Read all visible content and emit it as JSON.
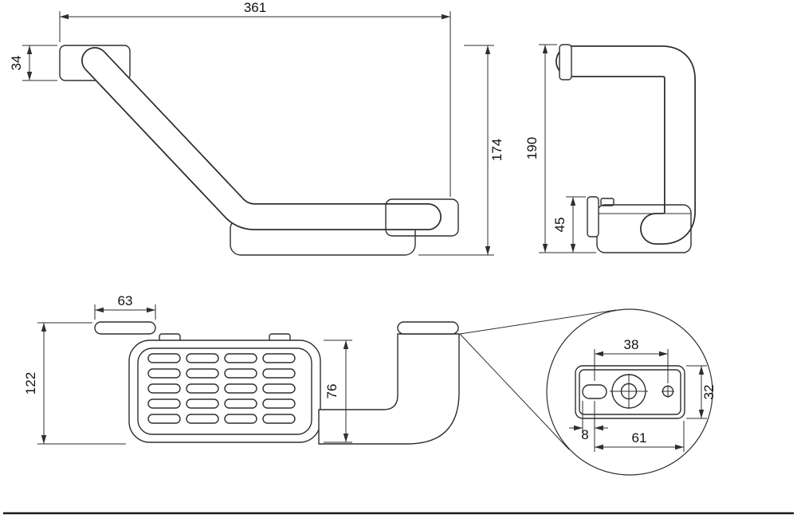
{
  "drawing": {
    "front_view": {
      "overall_width": "361",
      "plate_height": "34",
      "overall_height": "174"
    },
    "side_view": {
      "overall_height": "190",
      "basket_height": "45"
    },
    "plan_view": {
      "plate_width": "63",
      "overall_depth": "122",
      "basket_depth": "76"
    },
    "detail_view": {
      "hole_spacing": "38",
      "plate_height": "32",
      "slot_width": "8",
      "plate_width": "61"
    }
  }
}
